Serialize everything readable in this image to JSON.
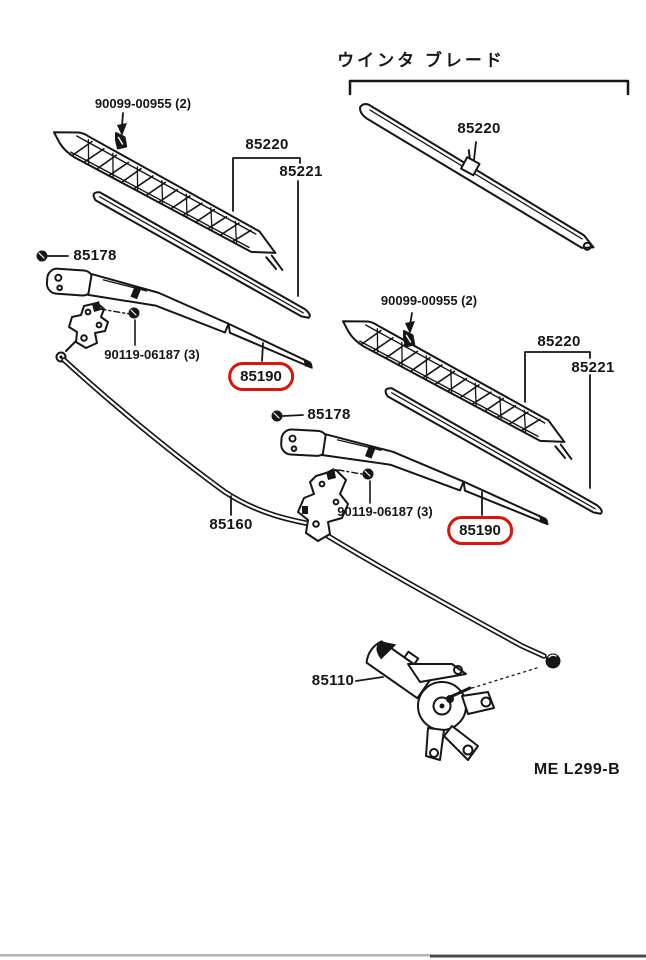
{
  "diagram": {
    "section_title_jp": "ウインタ ブレード",
    "drawing_code": "ME L299-B",
    "highlight_color": "#d6150c",
    "highlighted_part_number": "85190",
    "parts": {
      "blade_assy": "85220",
      "blade_rubber": "85221",
      "pivot_cap": "85178",
      "wiper_arm": "85190",
      "blade_clip": "90099-00955 (2)",
      "arm_set_nut": "90119-06187 (3)",
      "wiper_link": "85160",
      "wiper_motor": "85110"
    }
  }
}
